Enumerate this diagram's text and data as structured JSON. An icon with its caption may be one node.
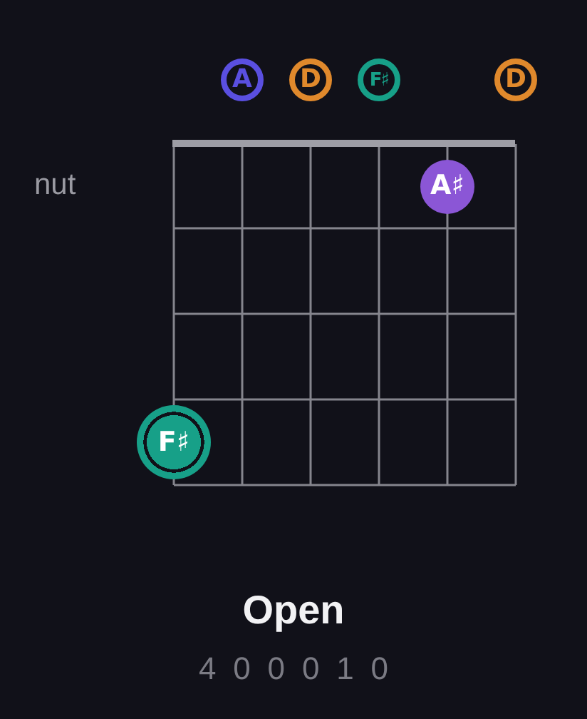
{
  "diagram": {
    "title": "Open",
    "nodes": [
      {
        "text": [
          "A"
        ]
      },
      {
        "text": [
          "D"
        ]
      },
      {
        "text": [
          "F♯"
        ]
      },
      {
        "text": [
          "D"
        ]
      },
      {
        "text": [
          "A♯"
        ]
      },
      {
        "text": [
          "F♯"
        ]
      }
    ],
    "labels": [
      "nut",
      "4 0 0 0 1 0"
    ]
  }
}
